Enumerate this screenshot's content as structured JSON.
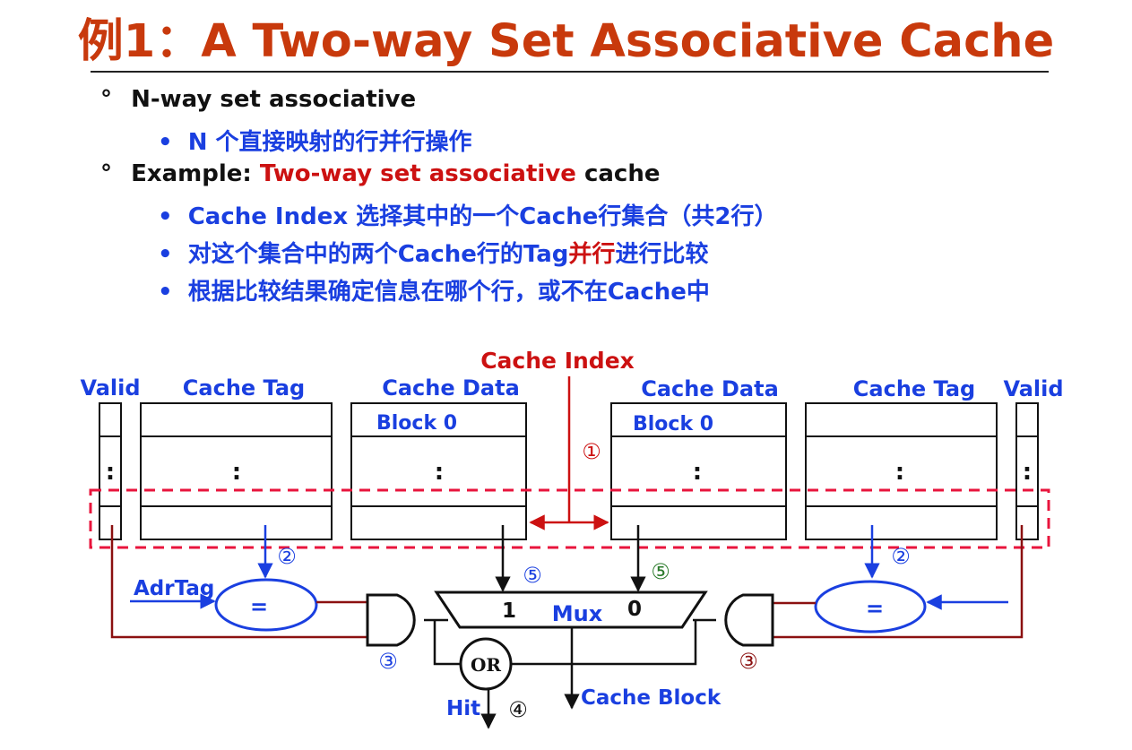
{
  "title": "例1：A Two-way Set Associative Cache",
  "bullets": {
    "b1": {
      "marker": "°",
      "text": "N-way set associative"
    },
    "b1a": {
      "marker": "•",
      "text": "N 个直接映射的行并行操作"
    },
    "b2": {
      "marker": "°",
      "prefix": "Example: ",
      "highlight": "Two-way set associative",
      "suffix": " cache"
    },
    "b2a": {
      "marker": "•",
      "text": "Cache Index 选择其中的一个Cache行集合（共2行）"
    },
    "b2b": {
      "marker": "•",
      "prefix": "对这个集合中的两个Cache行的Tag",
      "highlight": "并行",
      "suffix": "进行比较"
    },
    "b2c": {
      "marker": "•",
      "text": "根据比较结果确定信息在哪个行，或不在Cache中"
    }
  },
  "diagram": {
    "cache_index": "Cache Index",
    "left": {
      "valid": "Valid",
      "tag": "Cache Tag",
      "data": "Cache Data",
      "block0": "Block 0"
    },
    "right": {
      "valid": "Valid",
      "tag": "Cache Tag",
      "data": "Cache Data",
      "block0": "Block 0"
    },
    "dots": ":",
    "adrtag": "AdrTag",
    "eq": "=",
    "mux": "Mux",
    "mux_in1": "1",
    "mux_in0": "0",
    "or": "OR",
    "hit": "Hit",
    "cache_block": "Cache Block",
    "steps": {
      "s1": "①",
      "s2": "②",
      "s3": "③",
      "s4": "④",
      "s5": "⑤"
    }
  },
  "colors": {
    "title": "#c8390c",
    "blue": "#1a3fe0",
    "red": "#cc1111",
    "darkred": "#8b1010",
    "green": "#2a7a2a",
    "black": "#111111"
  }
}
